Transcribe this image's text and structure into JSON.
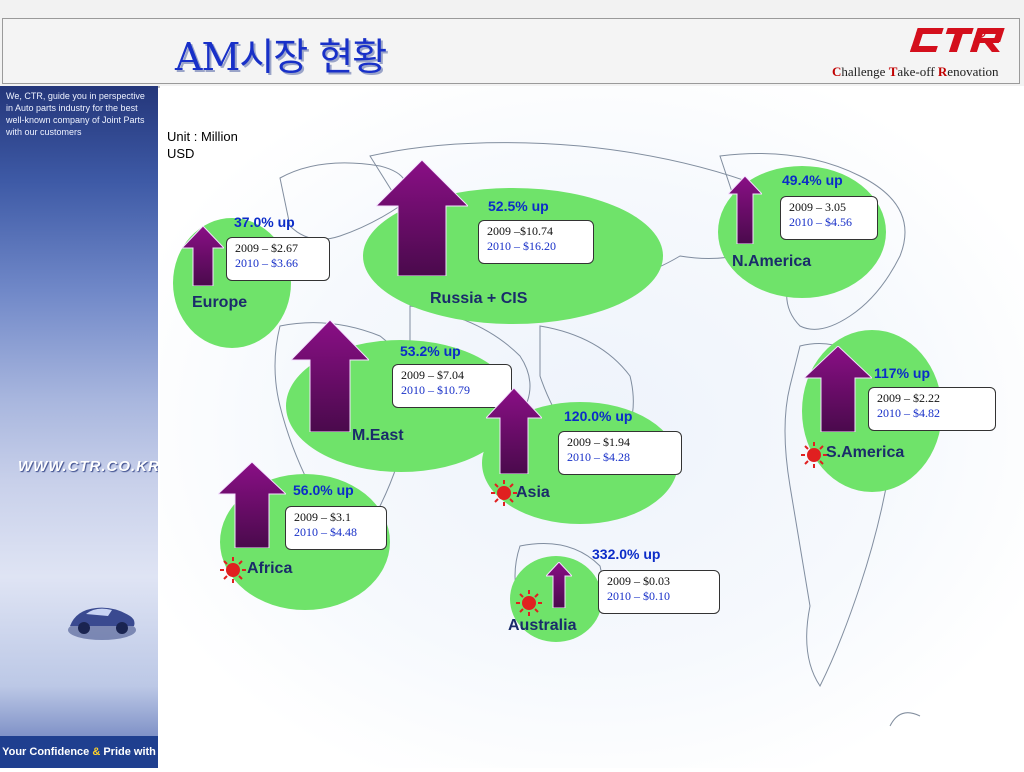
{
  "header": {
    "title": "AM시장 현황",
    "logo_text": "CTR",
    "slogan": {
      "c": "C",
      "hallenge": "hallenge ",
      "t": "T",
      "akeoff": "ake-off ",
      "r": "R",
      "enovation": "enovation"
    }
  },
  "sidebar": {
    "intro": "We, CTR, guide you in perspective in Auto parts industry for the best well-known company of Joint Parts with our customers",
    "url": "WWW.CTR.CO.KR",
    "footer": {
      "part1": "Your Confidence ",
      "amp": "&",
      "part2": " Pride with"
    }
  },
  "unit_label": "Unit : Million USD",
  "regions": {
    "europe": {
      "name": "Europe",
      "growth": "37.0% up",
      "y2009": "2009 – $2.67",
      "y2010": "2010 – $3.66"
    },
    "russia_cis": {
      "name": "Russia + CIS",
      "growth": "52.5% up",
      "y2009": "2009 –$10.74",
      "y2010": "2010 – $16.20"
    },
    "n_america": {
      "name": "N.America",
      "growth": "49.4% up",
      "y2009": "2009 – 3.05",
      "y2010": "2010 – $4.56"
    },
    "m_east": {
      "name": "M.East",
      "growth": "53.2% up",
      "y2009": "2009 – $7.04",
      "y2010": "2010 – $10.79"
    },
    "asia": {
      "name": "Asia",
      "growth": "120.0% up",
      "y2009": "2009 – $1.94",
      "y2010": "2010 – $4.28"
    },
    "s_america": {
      "name": "S.America",
      "growth": "117% up",
      "y2009": "2009 – $2.22",
      "y2010": "2010 – $4.82"
    },
    "africa": {
      "name": "Africa",
      "growth": "56.0% up",
      "y2009": "2009 – $3.1",
      "y2010": "2010 – $4.48"
    },
    "australia": {
      "name": "Australia",
      "growth": "332.0% up",
      "y2009": "2009 – $0.03",
      "y2010": "2010 – $0.10"
    }
  },
  "colors": {
    "blob": "#6fe36a",
    "arrow_top": "#8a0f86",
    "arrow_bottom": "#4a0a4c",
    "growth_text": "#0b2cc8",
    "title": "#1830c8",
    "sun": "#e02020"
  },
  "icons": {
    "arrow": "up-arrow-icon",
    "sun": "sun-icon",
    "logo": "ctr-logo-icon"
  }
}
